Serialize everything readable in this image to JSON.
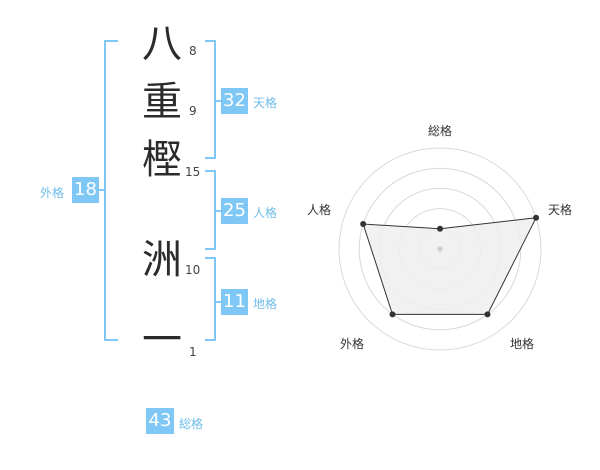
{
  "name_characters": [
    {
      "char": "八",
      "strokes": "8"
    },
    {
      "char": "重",
      "strokes": "9"
    },
    {
      "char": "樫",
      "strokes": "15"
    },
    {
      "char": "洲",
      "strokes": "10"
    },
    {
      "char": "一",
      "strokes": "1"
    }
  ],
  "kaku": {
    "tenkaku": {
      "value": "32",
      "label": "天格"
    },
    "jinkaku": {
      "value": "25",
      "label": "人格"
    },
    "chikaku": {
      "value": "11",
      "label": "地格"
    },
    "gaikaku": {
      "value": "18",
      "label": "外格"
    },
    "soukaku": {
      "value": "43",
      "label": "総格"
    }
  },
  "colors": {
    "accent": "#7fc8f5",
    "bracket": "#7fc8f5",
    "text": "#2b2b2b",
    "radar_fill": "#eeeeee",
    "radar_line": "#333333"
  },
  "chart_data": {
    "type": "radar",
    "axes": [
      "総格",
      "天格",
      "地格",
      "外格",
      "人格"
    ],
    "values": [
      1,
      5,
      4,
      4,
      4
    ],
    "max": 5,
    "rings": 5
  }
}
